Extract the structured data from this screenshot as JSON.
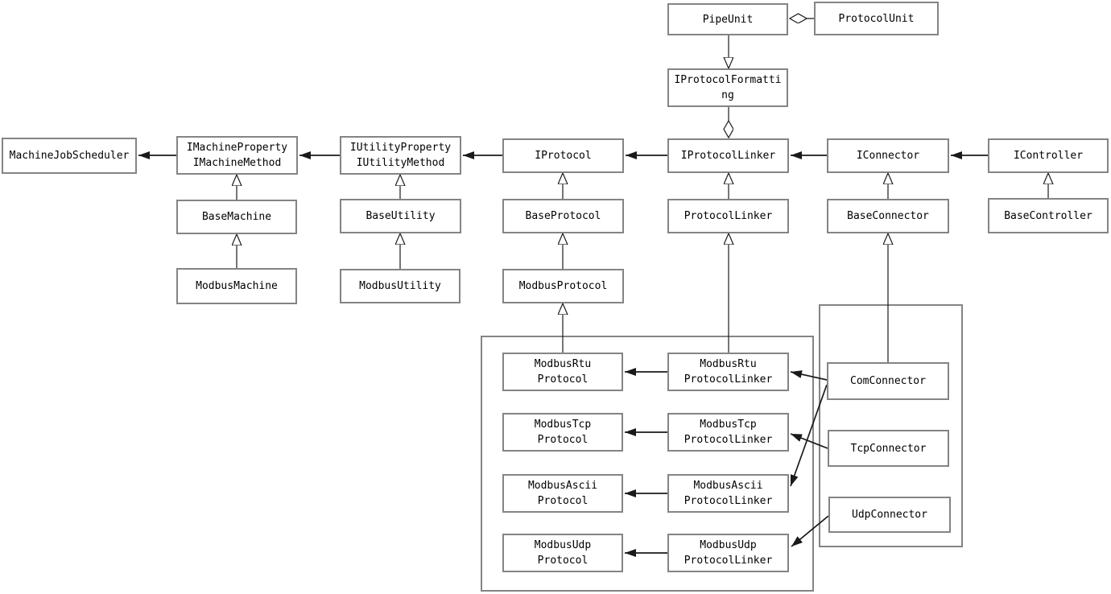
{
  "nodes": {
    "pipe_unit": {
      "label": "PipeUnit"
    },
    "protocol_unit": {
      "label": "ProtocolUnit"
    },
    "iprotocol_formatting": {
      "label": "IProtocolFormatti\nng"
    },
    "machine_job_scheduler": {
      "label": "MachineJobScheduler"
    },
    "imachine": {
      "label": "IMachineProperty\nIMachineMethod"
    },
    "iutility": {
      "label": "IUtilityProperty\nIUtilityMethod"
    },
    "iprotocol": {
      "label": "IProtocol"
    },
    "iprotocol_linker": {
      "label": "IProtocolLinker"
    },
    "iconnector": {
      "label": "IConnector"
    },
    "icontroller": {
      "label": "IController"
    },
    "base_machine": {
      "label": "BaseMachine"
    },
    "base_utility": {
      "label": "BaseUtility"
    },
    "base_protocol": {
      "label": "BaseProtocol"
    },
    "protocol_linker": {
      "label": "ProtocolLinker"
    },
    "base_connector": {
      "label": "BaseConnector"
    },
    "base_controller": {
      "label": "BaseController"
    },
    "modbus_machine": {
      "label": "ModbusMachine"
    },
    "modbus_utility": {
      "label": "ModbusUtility"
    },
    "modbus_protocol": {
      "label": "ModbusProtocol"
    },
    "modbus_rtu_protocol": {
      "label": "ModbusRtu\nProtocol"
    },
    "modbus_tcp_protocol": {
      "label": "ModbusTcp\nProtocol"
    },
    "modbus_ascii_protocol": {
      "label": "ModbusAscii\nProtocol"
    },
    "modbus_udp_protocol": {
      "label": "ModbusUdp\nProtocol"
    },
    "modbus_rtu_protocol_linker": {
      "label": "ModbusRtu\nProtocolLinker"
    },
    "modbus_tcp_protocol_linker": {
      "label": "ModbusTcp\nProtocolLinker"
    },
    "modbus_ascii_protocol_linker": {
      "label": "ModbusAscii\nProtocolLinker"
    },
    "modbus_udp_protocol_linker": {
      "label": "ModbusUdp\nProtocolLinker"
    },
    "com_connector": {
      "label": "ComConnector"
    },
    "tcp_connector": {
      "label": "TcpConnector"
    },
    "udp_connector": {
      "label": "UdpConnector"
    }
  },
  "relationships": [
    {
      "type": "association-arrow",
      "from": "IMachineProperty IMachineMethod",
      "to": "MachineJobScheduler"
    },
    {
      "type": "association-arrow",
      "from": "IUtilityProperty IUtilityMethod",
      "to": "IMachineProperty IMachineMethod"
    },
    {
      "type": "association-arrow",
      "from": "IProtocol",
      "to": "IUtilityProperty IUtilityMethod"
    },
    {
      "type": "association-arrow",
      "from": "IProtocolLinker",
      "to": "IProtocol"
    },
    {
      "type": "association-arrow",
      "from": "IConnector",
      "to": "IProtocolLinker"
    },
    {
      "type": "association-arrow",
      "from": "IController",
      "to": "IConnector"
    },
    {
      "type": "association-arrow",
      "from": "ModbusRtuProtocolLinker",
      "to": "ModbusRtuProtocol"
    },
    {
      "type": "association-arrow",
      "from": "ModbusTcpProtocolLinker",
      "to": "ModbusTcpProtocol"
    },
    {
      "type": "association-arrow",
      "from": "ModbusAsciiProtocolLinker",
      "to": "ModbusAsciiProtocol"
    },
    {
      "type": "association-arrow",
      "from": "ModbusUdpProtocolLinker",
      "to": "ModbusUdpProtocol"
    },
    {
      "type": "association-arrow",
      "from": "ComConnector",
      "to": "ModbusRtuProtocolLinker"
    },
    {
      "type": "association-arrow",
      "from": "ComConnector",
      "to": "ModbusAsciiProtocolLinker"
    },
    {
      "type": "association-arrow",
      "from": "TcpConnector",
      "to": "ModbusTcpProtocolLinker"
    },
    {
      "type": "association-arrow",
      "from": "UdpConnector",
      "to": "ModbusUdpProtocolLinker"
    },
    {
      "type": "inheritance",
      "from": "BaseMachine",
      "to": "IMachineProperty IMachineMethod"
    },
    {
      "type": "inheritance",
      "from": "ModbusMachine",
      "to": "BaseMachine"
    },
    {
      "type": "inheritance",
      "from": "BaseUtility",
      "to": "IUtilityProperty IUtilityMethod"
    },
    {
      "type": "inheritance",
      "from": "ModbusUtility",
      "to": "BaseUtility"
    },
    {
      "type": "inheritance",
      "from": "BaseProtocol",
      "to": "IProtocol"
    },
    {
      "type": "inheritance",
      "from": "ModbusProtocol",
      "to": "BaseProtocol"
    },
    {
      "type": "inheritance",
      "from": "ModbusRtuProtocol",
      "to": "ModbusProtocol"
    },
    {
      "type": "inheritance",
      "from": "ProtocolLinker",
      "to": "IProtocolLinker"
    },
    {
      "type": "inheritance",
      "from": "ModbusRtuProtocolLinker",
      "to": "ProtocolLinker"
    },
    {
      "type": "inheritance",
      "from": "BaseConnector",
      "to": "IConnector"
    },
    {
      "type": "inheritance",
      "from": "ComConnector",
      "to": "BaseConnector"
    },
    {
      "type": "inheritance",
      "from": "BaseController",
      "to": "IController"
    },
    {
      "type": "triangle-arrow",
      "from": "PipeUnit",
      "to": "IProtocolFormatting"
    },
    {
      "type": "aggregation",
      "owner": "PipeUnit",
      "part": "ProtocolUnit"
    },
    {
      "type": "aggregation",
      "owner": "IProtocolLinker",
      "part": "IProtocolFormatting"
    }
  ],
  "colors": {
    "box_border": "#848484",
    "edge": "#1a1a1a",
    "background": "#ffffff",
    "text": "#000000"
  }
}
